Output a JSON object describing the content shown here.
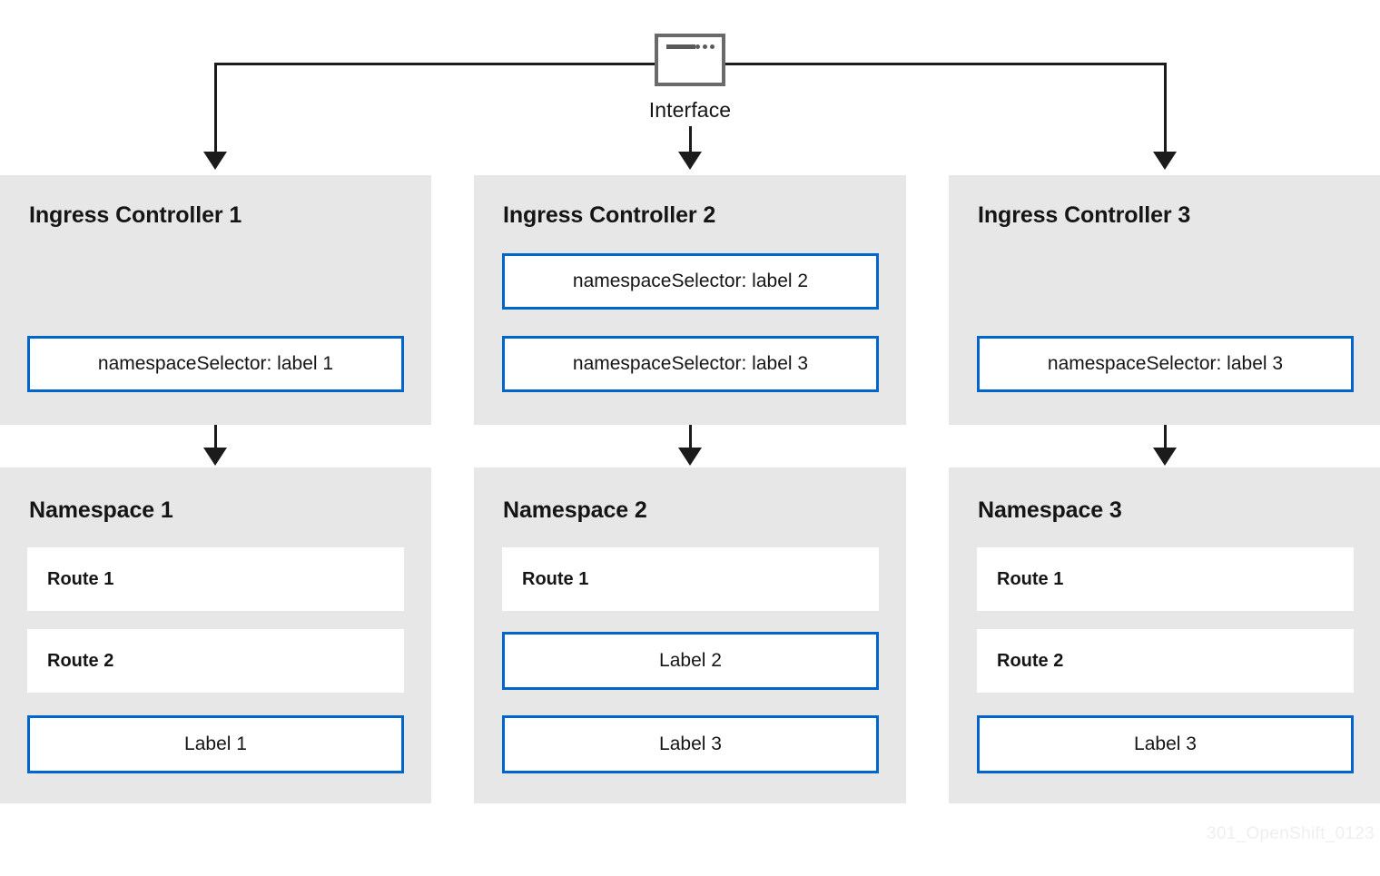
{
  "interface": {
    "label": "Interface",
    "icon": "window-icon"
  },
  "colors": {
    "panel_background": "#e7e7e7",
    "accent_blue": "#0066cc",
    "box_white": "#ffffff",
    "connector": "#1b1b1b",
    "text": "#151515",
    "watermark": "#efefef"
  },
  "controllers": [
    {
      "title": "Ingress Controller 1",
      "selectors": [
        "namespaceSelector: label 1"
      ]
    },
    {
      "title": "Ingress Controller 2",
      "selectors": [
        "namespaceSelector: label 2",
        "namespaceSelector: label 3"
      ]
    },
    {
      "title": "Ingress Controller 3",
      "selectors": [
        "namespaceSelector: label 3"
      ]
    }
  ],
  "namespaces": [
    {
      "title": "Namespace 1",
      "routes": [
        "Route 1",
        "Route 2"
      ],
      "labels": [
        "Label 1"
      ]
    },
    {
      "title": "Namespace 2",
      "routes": [
        "Route 1"
      ],
      "labels": [
        "Label 2",
        "Label 3"
      ]
    },
    {
      "title": "Namespace 3",
      "routes": [
        "Route 1",
        "Route 2"
      ],
      "labels": [
        "Label 3"
      ]
    }
  ],
  "watermark": "301_OpenShift_0123"
}
